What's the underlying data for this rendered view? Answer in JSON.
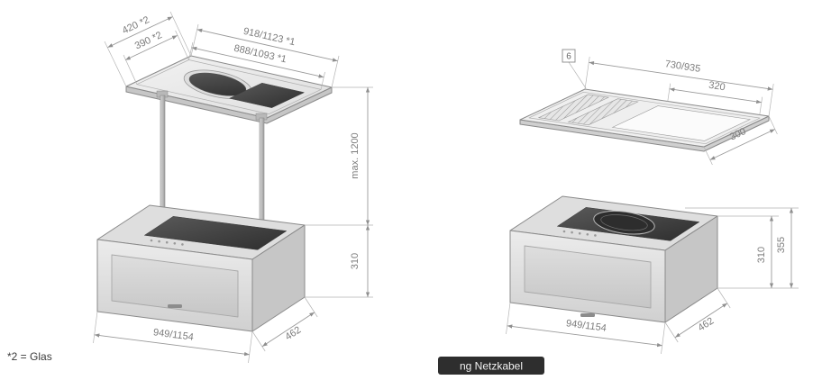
{
  "drawing": {
    "type": "appliance-dimension-drawing",
    "views": 2
  },
  "colors": {
    "background": "#ffffff",
    "object_line": "#8a8a8a",
    "dimension_line": "#9a9a9a",
    "dimension_text": "#7c7c7c",
    "dark_surface": "#3c3c3c",
    "note_background": "#2e2e2e",
    "note_text": "#f2f2f2"
  },
  "left_view": {
    "dims": {
      "canopy_depth_outer": "420 *2",
      "canopy_depth_inner": "390 *2",
      "canopy_width_outer": "918/1123 *1",
      "canopy_width_inner": "888/1093 *1",
      "lift_height": "max. 1200",
      "body_height": "310",
      "body_width": "949/1154",
      "body_depth": "462"
    }
  },
  "right_view": {
    "callout_number": "6",
    "dims": {
      "plate_width": "730/935",
      "cutout_width": "320",
      "plate_depth": "300",
      "overall_height": "355",
      "body_height": "310",
      "body_width": "949/1154",
      "body_depth": "462"
    }
  },
  "notes": {
    "glass_footnote": "*2 = Glas",
    "cable_note": "ng Netzkabel"
  }
}
